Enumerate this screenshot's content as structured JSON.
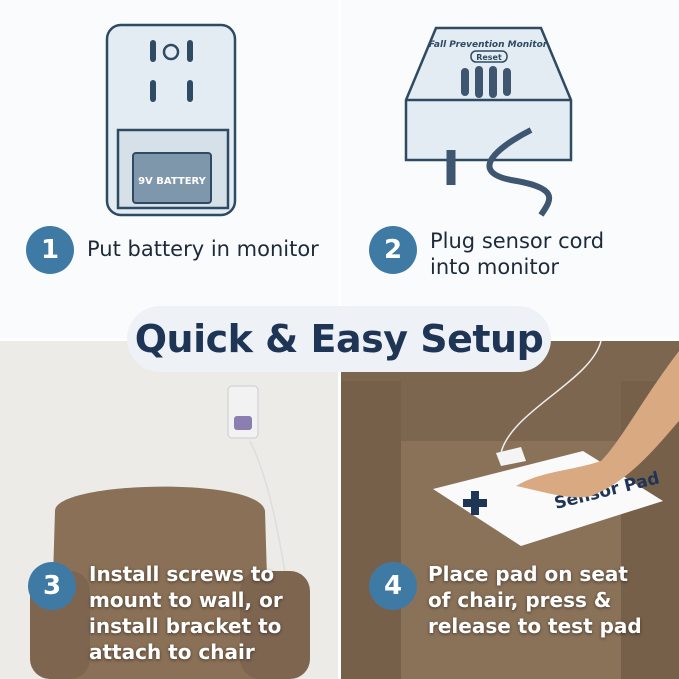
{
  "title": "Quick & Easy Setup",
  "colors": {
    "badge": "#3f7aa5",
    "heading": "#1f3556"
  },
  "steps": [
    {
      "number": "1",
      "text": "Put battery in monitor",
      "illustration_label": "9V BATTERY"
    },
    {
      "number": "2",
      "text_lines": [
        "Plug sensor cord",
        "into monitor"
      ],
      "device_label": "Fall Prevention Monitor",
      "device_button": "Reset"
    },
    {
      "number": "3",
      "text_lines": [
        "Install screws to",
        "mount to wall, or",
        "install bracket to",
        "attach to chair"
      ]
    },
    {
      "number": "4",
      "text_lines": [
        "Place pad on seat",
        "of chair, press &",
        "release to test pad"
      ],
      "pad_label": "Sensor Pad"
    }
  ]
}
